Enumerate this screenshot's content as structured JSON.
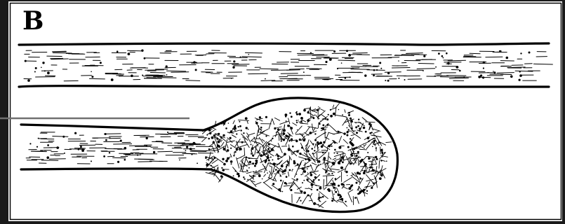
{
  "figure": {
    "panel_label": "B",
    "colors": {
      "outer_background": "#1a1a1a",
      "paper": "#ffffff",
      "ink": "#000000",
      "pointer_line": "#707070"
    },
    "structures": [
      {
        "id": "upper-fiber",
        "description_name": "normal-axon"
      },
      {
        "id": "lower-fiber",
        "description_name": "swollen-axon-with-bulb"
      }
    ]
  }
}
